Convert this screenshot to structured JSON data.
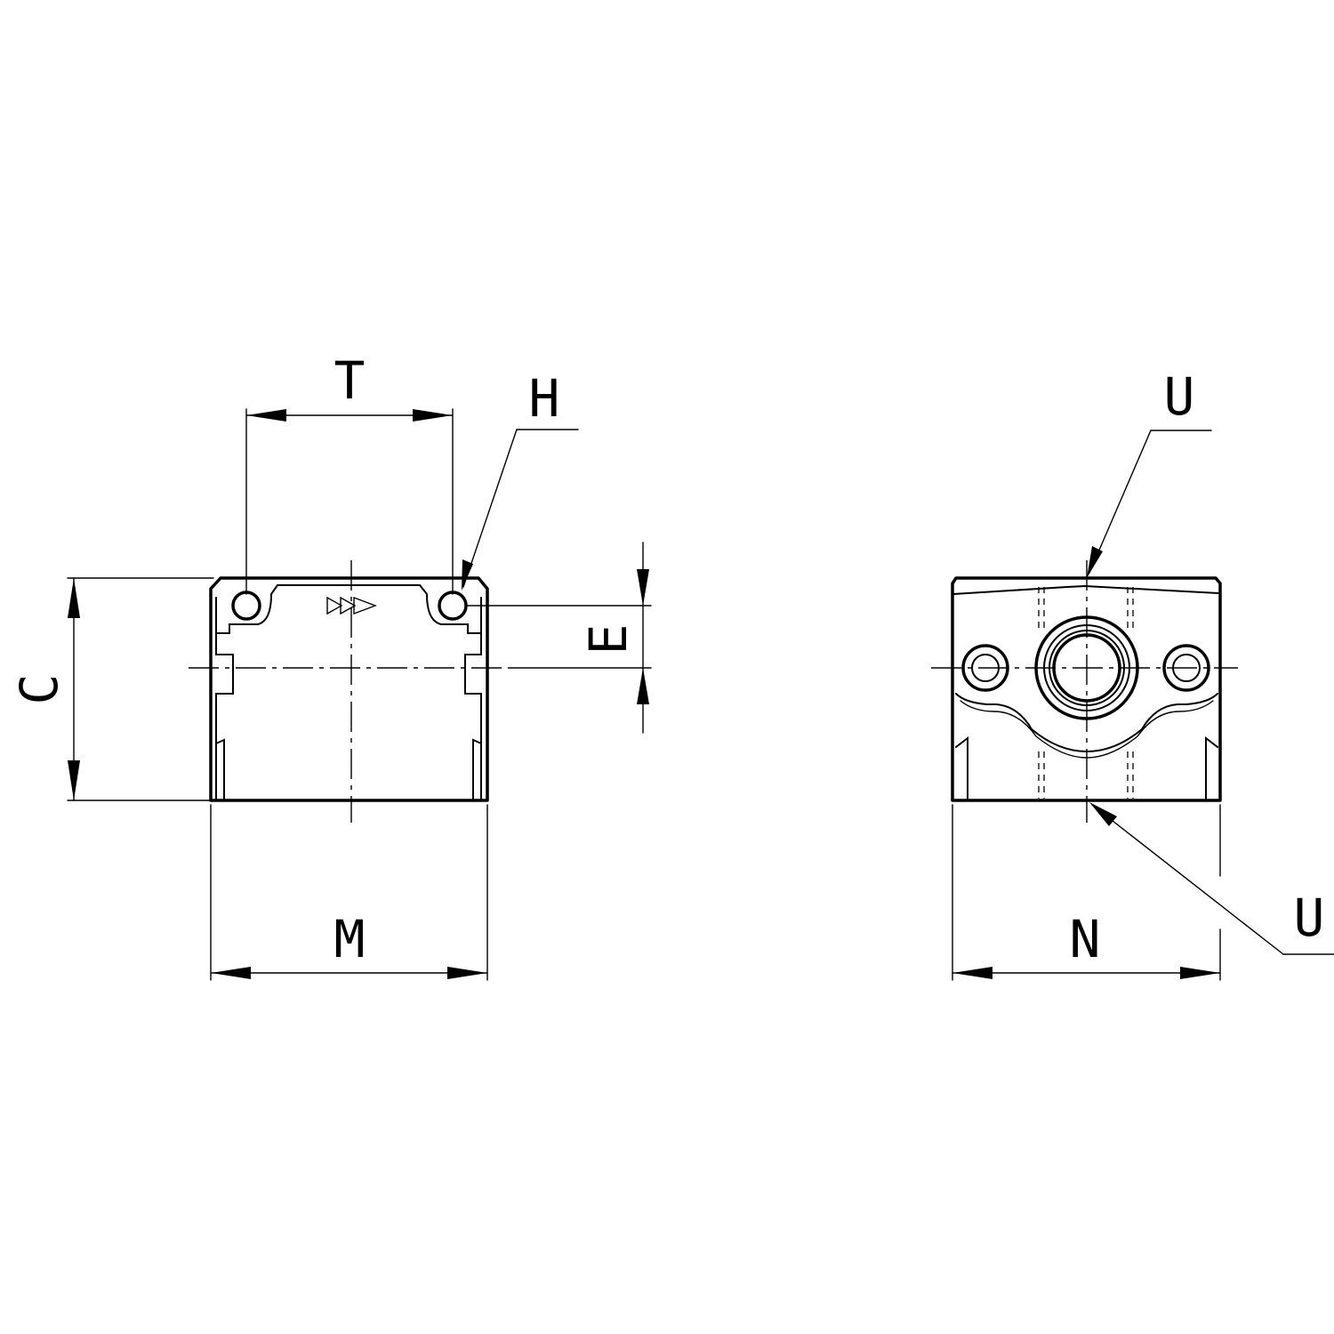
{
  "labels": {
    "T": "T",
    "H": "H",
    "E": "E",
    "C": "C",
    "M": "M",
    "U_top": "U",
    "U_bottom": "U",
    "N": "N"
  },
  "colors": {
    "line": "#000000",
    "background": "#ffffff"
  }
}
